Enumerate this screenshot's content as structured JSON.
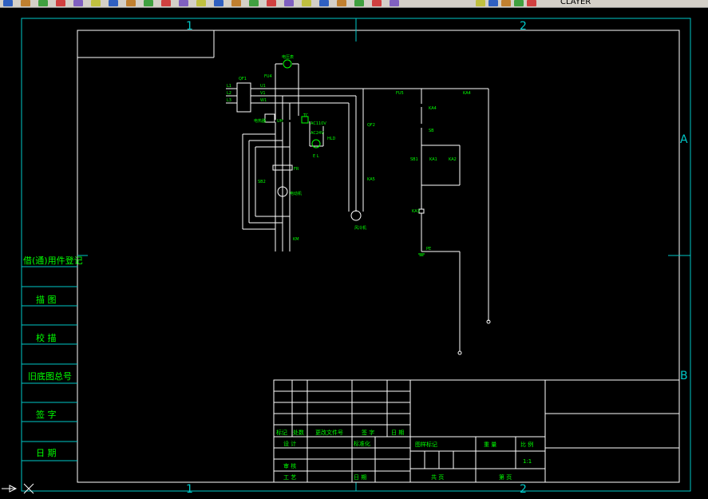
{
  "toolbar": {
    "layer_name": "CLAYER",
    "icons": [
      "open-icon",
      "save-icon",
      "print-icon",
      "preview-icon",
      "publish-icon",
      "cut-icon",
      "copy-icon",
      "paste-icon",
      "match-icon",
      "brush-icon",
      "undo-icon",
      "redo-icon",
      "pan-icon",
      "zoom-realtime-icon",
      "zoom-window-icon",
      "zoom-previous-icon",
      "properties-icon",
      "design-center-icon",
      "tool-palette-icon",
      "sheet-set-icon",
      "markup-icon",
      "calc-icon",
      "help-icon",
      "layer-manager-icon",
      "bulb-icon",
      "sun-icon",
      "lock-icon",
      "color-icon"
    ]
  },
  "colors": {
    "frame": "#00c8c8",
    "line": "#ffffff",
    "text": "#00ff00",
    "background": "#000000"
  },
  "border": {
    "top_zones": [
      "1",
      "2"
    ],
    "bottom_zones": [
      "1",
      "2"
    ],
    "right_zones": [
      "A",
      "B"
    ]
  },
  "side_column": {
    "items": [
      "借(通)用件登记",
      "描 图",
      "校 描",
      "旧底图总号",
      "签 字",
      "日 期"
    ]
  },
  "circuit_labels": {
    "qf1": "QF1",
    "l1": "L1",
    "l2": "L2",
    "l3": "L3",
    "u1": "U1",
    "v1": "V1",
    "w1": "W1",
    "fu4": "FU4",
    "voltmeter": "电压表",
    "fu5": "FU5",
    "ka4_top": "KA4",
    "ka4": "KA4",
    "sb": "SB",
    "sb1": "SB1",
    "ka1": "KA1",
    "ka2": "KA2",
    "ka3": "KA3",
    "pe": "PE",
    "heater": "电热器",
    "uh": "UH",
    "tc": "TC",
    "ac110v": "AC110V",
    "ac24v": "AC24V",
    "hld": "HLD",
    "el": "E L",
    "qf2": "QF2",
    "sb2": "SB2",
    "fr": "FR",
    "motor1": "电动机",
    "km": "KM",
    "ka5": "KA5",
    "fan": "风冷机"
  },
  "title_block": {
    "mark": "标记",
    "count": "处数",
    "file_no": "更改文件号",
    "sign": "签 字",
    "date": "日 期",
    "designer": "设 计",
    "standardize": "标准化",
    "check": "审 核",
    "craft": "工 艺",
    "approve": "日 期",
    "stage_mark": "图样标记",
    "weight": "重 量",
    "scale": "比 例",
    "scale_value": "1:1",
    "total": "共 页",
    "page": "第 页"
  }
}
